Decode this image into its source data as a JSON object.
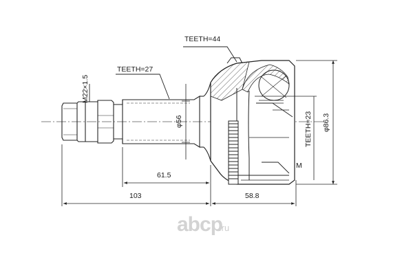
{
  "drawing": {
    "labels": {
      "thread": "M22×1.5",
      "teeth_shaft": "TEETH=27",
      "teeth_housing": "TEETH=44",
      "teeth_inner": "TEETH=23",
      "diameter_shaft": "φ56",
      "diameter_housing": "φ86.3",
      "marker_m": "M"
    },
    "dimensions": {
      "shaft_len": "61.5",
      "total_len": "103",
      "housing_len": "58.8"
    }
  },
  "watermark": {
    "brand": "abcp",
    "domain": ".ru",
    "logo_color": "#d3d3d3"
  }
}
